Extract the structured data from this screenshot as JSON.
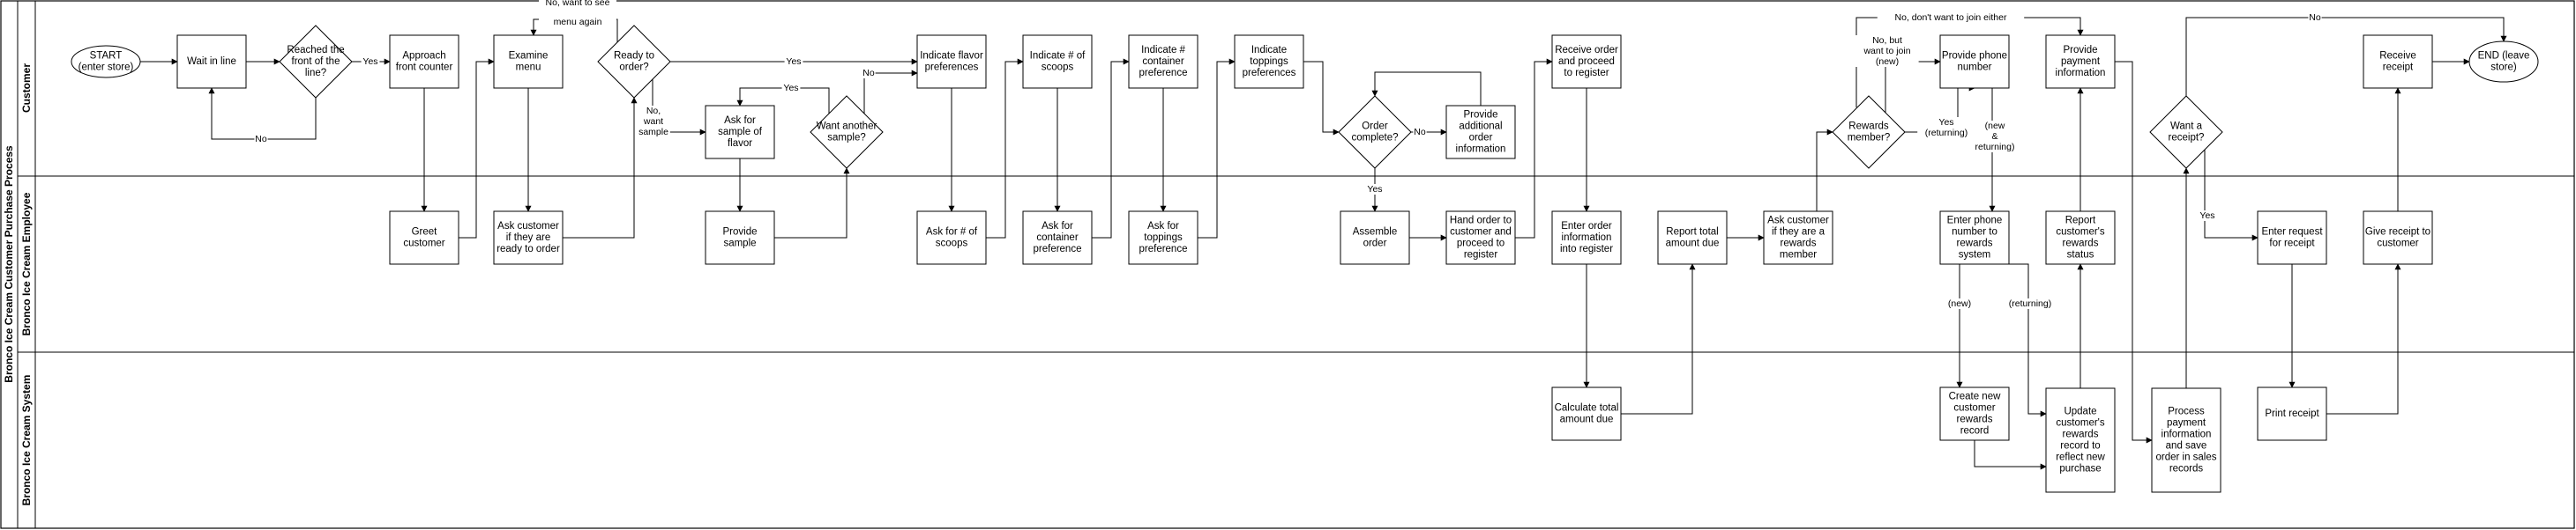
{
  "pool_title": "Bronco Ice Cream Customer Purchase Process",
  "lanes": [
    {
      "id": "customer",
      "label": "Customer"
    },
    {
      "id": "employee",
      "label": "Bronco Ice Cream Employee"
    },
    {
      "id": "system",
      "label": "Bronco Ice Cream System"
    }
  ],
  "nodes": [
    {
      "id": "start",
      "shape": "ellipse",
      "lines": [
        "START",
        "(enter store)"
      ]
    },
    {
      "id": "wait",
      "shape": "rect",
      "lines": [
        "Wait in line"
      ]
    },
    {
      "id": "reached",
      "shape": "diamond",
      "lines": [
        "Reached the",
        "front of the",
        "line?"
      ]
    },
    {
      "id": "approach",
      "shape": "rect",
      "lines": [
        "Approach",
        "front counter"
      ]
    },
    {
      "id": "greet",
      "shape": "rect",
      "lines": [
        "Greet",
        "customer"
      ]
    },
    {
      "id": "examine",
      "shape": "rect",
      "lines": [
        "Examine",
        "menu"
      ]
    },
    {
      "id": "askready",
      "shape": "rect",
      "lines": [
        "Ask customer",
        "if they are",
        "ready to order"
      ]
    },
    {
      "id": "ready",
      "shape": "diamond",
      "lines": [
        "Ready to",
        "order?"
      ]
    },
    {
      "id": "asksample",
      "shape": "rect",
      "lines": [
        "Ask for",
        "sample of",
        "flavor"
      ]
    },
    {
      "id": "providesample",
      "shape": "rect",
      "lines": [
        "Provide",
        "sample"
      ]
    },
    {
      "id": "another",
      "shape": "diamond",
      "lines": [
        "Want another",
        "sample?"
      ]
    },
    {
      "id": "flavor",
      "shape": "rect",
      "lines": [
        "Indicate flavor",
        "preferences"
      ]
    },
    {
      "id": "askscoops",
      "shape": "rect",
      "lines": [
        "Ask for # of",
        "scoops"
      ]
    },
    {
      "id": "scoops",
      "shape": "rect",
      "lines": [
        "Indicate # of",
        "scoops"
      ]
    },
    {
      "id": "askcontainer",
      "shape": "rect",
      "lines": [
        "Ask for",
        "container",
        "preference"
      ]
    },
    {
      "id": "container",
      "shape": "rect",
      "lines": [
        "Indicate #",
        "container",
        "preference"
      ]
    },
    {
      "id": "asktoppings",
      "shape": "rect",
      "lines": [
        "Ask for",
        "toppings",
        "preference"
      ]
    },
    {
      "id": "toppings",
      "shape": "rect",
      "lines": [
        "Indicate",
        "toppings",
        "preferences"
      ]
    },
    {
      "id": "complete",
      "shape": "diamond",
      "lines": [
        "Order",
        "complete?"
      ]
    },
    {
      "id": "additional",
      "shape": "rect",
      "lines": [
        "Provide",
        "additional",
        "order",
        "information"
      ]
    },
    {
      "id": "assemble",
      "shape": "rect",
      "lines": [
        "Assemble",
        "order"
      ]
    },
    {
      "id": "handorder",
      "shape": "rect",
      "lines": [
        "Hand order to",
        "customer and",
        "proceed to",
        "register"
      ]
    },
    {
      "id": "receiveorder",
      "shape": "rect",
      "lines": [
        "Receive order",
        "and proceed",
        "to register"
      ]
    },
    {
      "id": "enterorder",
      "shape": "rect",
      "lines": [
        "Enter order",
        "information",
        "into register"
      ]
    },
    {
      "id": "calc",
      "shape": "rect",
      "lines": [
        "Calculate total",
        "amount due"
      ]
    },
    {
      "id": "report",
      "shape": "rect",
      "lines": [
        "Report total",
        "amount due"
      ]
    },
    {
      "id": "askrewards",
      "shape": "rect",
      "lines": [
        "Ask customer",
        "if they are a",
        "rewards",
        "member"
      ]
    },
    {
      "id": "rewards",
      "shape": "diamond",
      "lines": [
        "Rewards",
        "member?"
      ]
    },
    {
      "id": "phone",
      "shape": "rect",
      "lines": [
        "Provide phone",
        "number"
      ]
    },
    {
      "id": "enterphone",
      "shape": "rect",
      "lines": [
        "Enter phone",
        "number to",
        "rewards",
        "system"
      ]
    },
    {
      "id": "createrec",
      "shape": "rect",
      "lines": [
        "Create new",
        "customer",
        "rewards",
        "record"
      ]
    },
    {
      "id": "updaterec",
      "shape": "rect",
      "lines": [
        "Update",
        "customer's",
        "rewards",
        "record to",
        "reflect new",
        "purchase"
      ]
    },
    {
      "id": "reportstatus",
      "shape": "rect",
      "lines": [
        "Report",
        "customer's",
        "rewards",
        "status"
      ]
    },
    {
      "id": "payment",
      "shape": "rect",
      "lines": [
        "Provide",
        "payment",
        "information"
      ]
    },
    {
      "id": "process",
      "shape": "rect",
      "lines": [
        "Process",
        "payment",
        "information",
        "and save",
        "order in sales",
        "records"
      ]
    },
    {
      "id": "wantreceipt",
      "shape": "diamond",
      "lines": [
        "Want a",
        "receipt?"
      ]
    },
    {
      "id": "enterreceipt",
      "shape": "rect",
      "lines": [
        "Enter request",
        "for receipt"
      ]
    },
    {
      "id": "printreceipt",
      "shape": "rect",
      "lines": [
        "Print receipt"
      ]
    },
    {
      "id": "givereceipt",
      "shape": "rect",
      "lines": [
        "Give receipt to",
        "customer"
      ]
    },
    {
      "id": "receivereceipt",
      "shape": "rect",
      "lines": [
        "Receive",
        "receipt"
      ]
    },
    {
      "id": "end",
      "shape": "ellipse",
      "lines": [
        "END (leave",
        "store)"
      ]
    }
  ],
  "edges": [
    {
      "id": "e_start_wait",
      "lines": []
    },
    {
      "id": "e_wait_reached",
      "lines": []
    },
    {
      "id": "e_reached_approach",
      "lines": [
        "Yes"
      ]
    },
    {
      "id": "e_reached_wait",
      "lines": [
        "No"
      ]
    },
    {
      "id": "e_approach_greet",
      "lines": []
    },
    {
      "id": "e_greet_examine",
      "lines": []
    },
    {
      "id": "e_examine_askready",
      "lines": []
    },
    {
      "id": "e_askready_ready",
      "lines": []
    },
    {
      "id": "e_ready_examine",
      "lines": [
        "No, want to see",
        "menu again"
      ]
    },
    {
      "id": "e_ready_flavor",
      "lines": [
        "Yes"
      ]
    },
    {
      "id": "e_ready_asksample",
      "lines": [
        "No,",
        "want",
        "sample"
      ]
    },
    {
      "id": "e_asksample_provide",
      "lines": []
    },
    {
      "id": "e_provide_another",
      "lines": []
    },
    {
      "id": "e_another_asksample",
      "lines": [
        "Yes"
      ]
    },
    {
      "id": "e_another_flavor",
      "lines": [
        "No"
      ]
    },
    {
      "id": "e_flavor_askscoops",
      "lines": []
    },
    {
      "id": "e_askscoops_scoops",
      "lines": []
    },
    {
      "id": "e_scoops_askcontainer",
      "lines": []
    },
    {
      "id": "e_askcontainer_container",
      "lines": []
    },
    {
      "id": "e_container_asktoppings",
      "lines": []
    },
    {
      "id": "e_asktoppings_toppings",
      "lines": []
    },
    {
      "id": "e_toppings_complete",
      "lines": []
    },
    {
      "id": "e_complete_additional",
      "lines": [
        "No"
      ]
    },
    {
      "id": "e_additional_complete",
      "lines": []
    },
    {
      "id": "e_complete_assemble",
      "lines": [
        "Yes"
      ]
    },
    {
      "id": "e_assemble_hand",
      "lines": []
    },
    {
      "id": "e_hand_receive",
      "lines": []
    },
    {
      "id": "e_receive_enter",
      "lines": []
    },
    {
      "id": "e_enter_calc",
      "lines": []
    },
    {
      "id": "e_calc_report",
      "lines": []
    },
    {
      "id": "e_report_askrewards",
      "lines": []
    },
    {
      "id": "e_askrewards_rewards",
      "lines": []
    },
    {
      "id": "e_rewards_payment",
      "lines": [
        "No, don't want to join either"
      ]
    },
    {
      "id": "e_rewards_phone_join",
      "lines": [
        "No, but",
        "want to join",
        "(new)"
      ]
    },
    {
      "id": "e_rewards_phone_ret",
      "lines": [
        "Yes",
        "(returning)"
      ]
    },
    {
      "id": "e_phone_enterphone",
      "lines": [
        "(new",
        "&",
        "returning)"
      ]
    },
    {
      "id": "e_enterphone_create",
      "lines": [
        "(new)"
      ]
    },
    {
      "id": "e_enterphone_update",
      "lines": [
        "(returning)"
      ]
    },
    {
      "id": "e_create_update",
      "lines": []
    },
    {
      "id": "e_update_report",
      "lines": []
    },
    {
      "id": "e_reportstatus_payment",
      "lines": []
    },
    {
      "id": "e_payment_process",
      "lines": []
    },
    {
      "id": "e_process_want",
      "lines": []
    },
    {
      "id": "e_want_end",
      "lines": [
        "No"
      ]
    },
    {
      "id": "e_want_enter",
      "lines": [
        "Yes"
      ]
    },
    {
      "id": "e_enter_print",
      "lines": []
    },
    {
      "id": "e_print_give",
      "lines": []
    },
    {
      "id": "e_give_receive",
      "lines": []
    },
    {
      "id": "e_receive_end",
      "lines": []
    }
  ]
}
